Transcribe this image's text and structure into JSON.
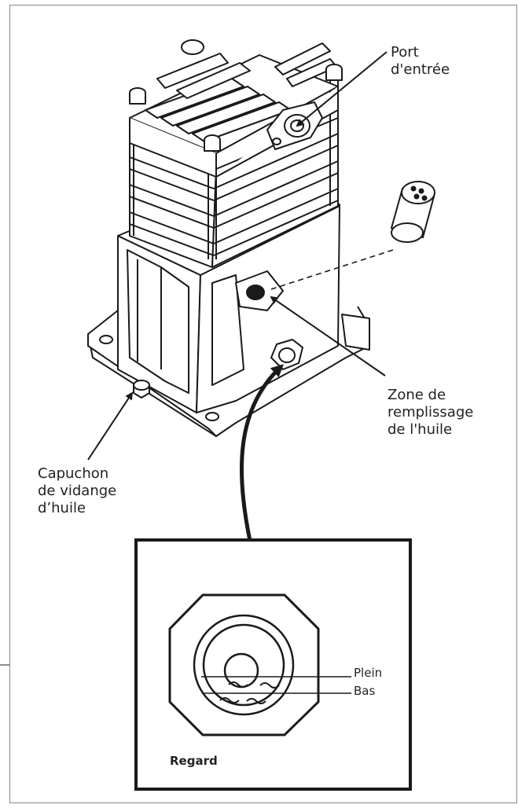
{
  "labels": {
    "inlet_port": "Port\nd'entrée",
    "oil_fill": "Zone de\nremplissage\nde l'huile",
    "drain_cap": "Capuchon\nde vidange\nd’huile",
    "full": "Plein",
    "low": "Bas",
    "sight_glass": "Regard"
  },
  "colors": {
    "ink": "#1a1a1a",
    "frame": "#8a8a8a",
    "background": "#ffffff"
  }
}
